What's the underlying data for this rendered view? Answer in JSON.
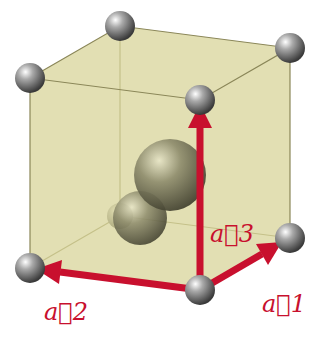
{
  "diagram": {
    "labels": [
      "a⃗3",
      "a⃗2",
      "a⃗1"
    ]
  }
}
